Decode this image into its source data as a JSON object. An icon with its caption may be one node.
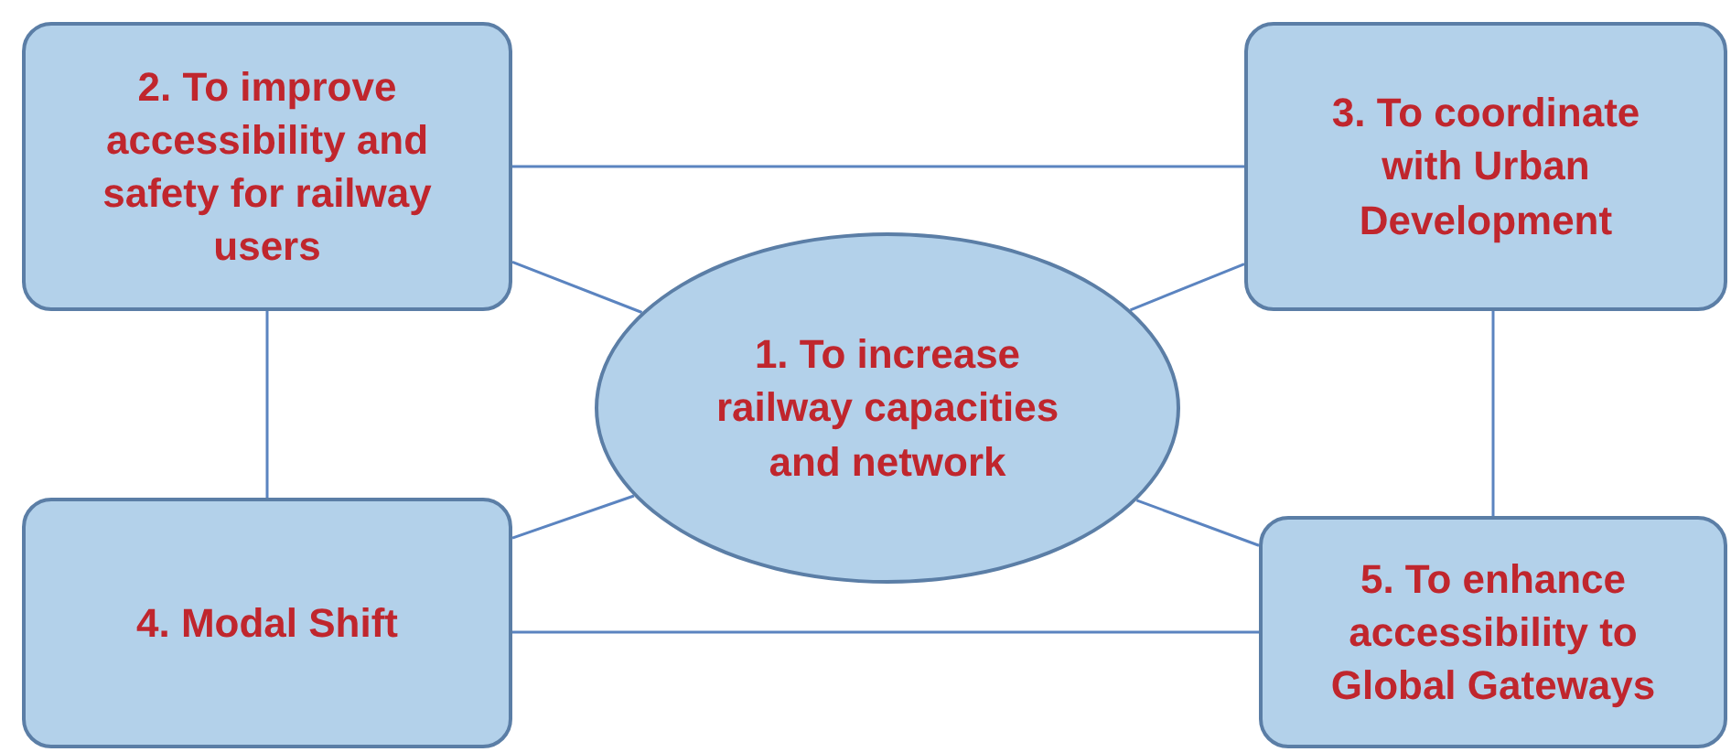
{
  "diagram": {
    "nodes": [
      {
        "text": [
          "1. To increase railway capacities and network"
        ]
      },
      {
        "text": [
          "2. To improve accessibility and safety for railway users"
        ]
      },
      {
        "text": [
          "3. To coordinate with Urban Development"
        ]
      },
      {
        "text": [
          "4. Modal Shift"
        ]
      },
      {
        "text": [
          "5. To enhance accessibility to Global Gateways"
        ]
      }
    ],
    "edges": [
      {
        "from": 1,
        "to": 2,
        "arrow": "none"
      },
      {
        "from": 1,
        "to": 0,
        "arrow": "none"
      },
      {
        "from": 2,
        "to": 0,
        "arrow": "none"
      },
      {
        "from": 1,
        "to": 3,
        "arrow": "none"
      },
      {
        "from": 2,
        "to": 4,
        "arrow": "none"
      },
      {
        "from": 3,
        "to": 0,
        "arrow": "none"
      },
      {
        "from": 4,
        "to": 0,
        "arrow": "none"
      },
      {
        "from": 3,
        "to": 4,
        "arrow": "none"
      }
    ]
  }
}
